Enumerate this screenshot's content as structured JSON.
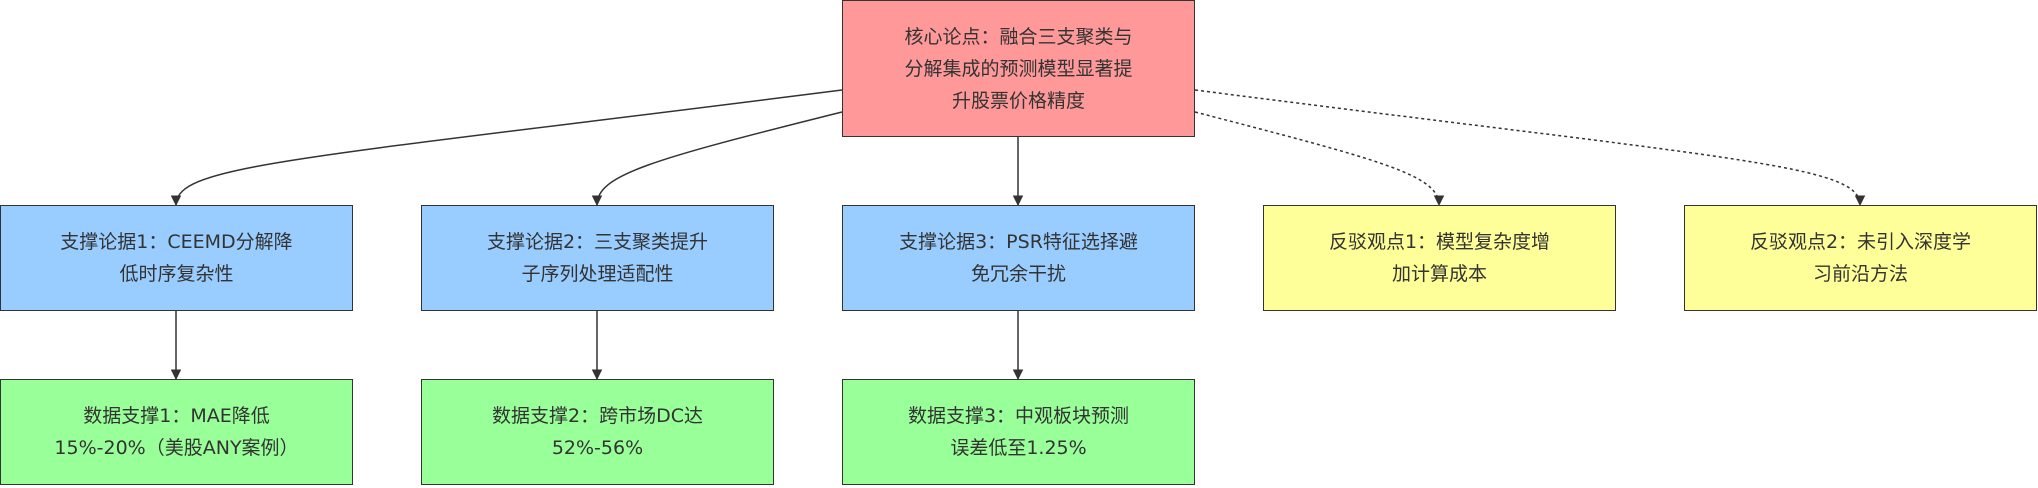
{
  "diagram": {
    "main_claim": {
      "lines": [
        "核心论点：融合三支聚类与",
        "分解集成的预测模型显著提",
        "升股票价格精度"
      ],
      "color": "#ff9999"
    },
    "supporting_arguments": [
      {
        "lines": [
          "支撑论据1：CEEMD分解降",
          "低时序复杂性"
        ]
      },
      {
        "lines": [
          "支撑论据2：三支聚类提升",
          "子序列处理适配性"
        ]
      },
      {
        "lines": [
          "支撑论据3：PSR特征选择避",
          "免冗余干扰"
        ]
      }
    ],
    "data_support": [
      {
        "lines": [
          "数据支撑1：MAE降低",
          "15%-20%（美股ANY案例）"
        ]
      },
      {
        "lines": [
          "数据支撑2：跨市场DC达",
          "52%-56%"
        ]
      },
      {
        "lines": [
          "数据支撑3：中观板块预测",
          "误差低至1.25%"
        ]
      }
    ],
    "counterpoints": [
      {
        "lines": [
          "反驳观点1：模型复杂度增",
          "加计算成本"
        ]
      },
      {
        "lines": [
          "反驳观点2：未引入深度学",
          "习前沿方法"
        ]
      }
    ],
    "colors": {
      "supporting": "#99ccff",
      "data": "#99ff99",
      "counter": "#ffff99",
      "stroke": "#333333"
    },
    "edges": [
      {
        "from": "main",
        "to": "support-1",
        "style": "solid"
      },
      {
        "from": "main",
        "to": "support-2",
        "style": "solid"
      },
      {
        "from": "main",
        "to": "support-3",
        "style": "solid"
      },
      {
        "from": "main",
        "to": "counter-1",
        "style": "dotted"
      },
      {
        "from": "main",
        "to": "counter-2",
        "style": "dotted"
      },
      {
        "from": "support-1",
        "to": "data-1",
        "style": "solid"
      },
      {
        "from": "support-2",
        "to": "data-2",
        "style": "solid"
      },
      {
        "from": "support-3",
        "to": "data-3",
        "style": "solid"
      }
    ]
  }
}
